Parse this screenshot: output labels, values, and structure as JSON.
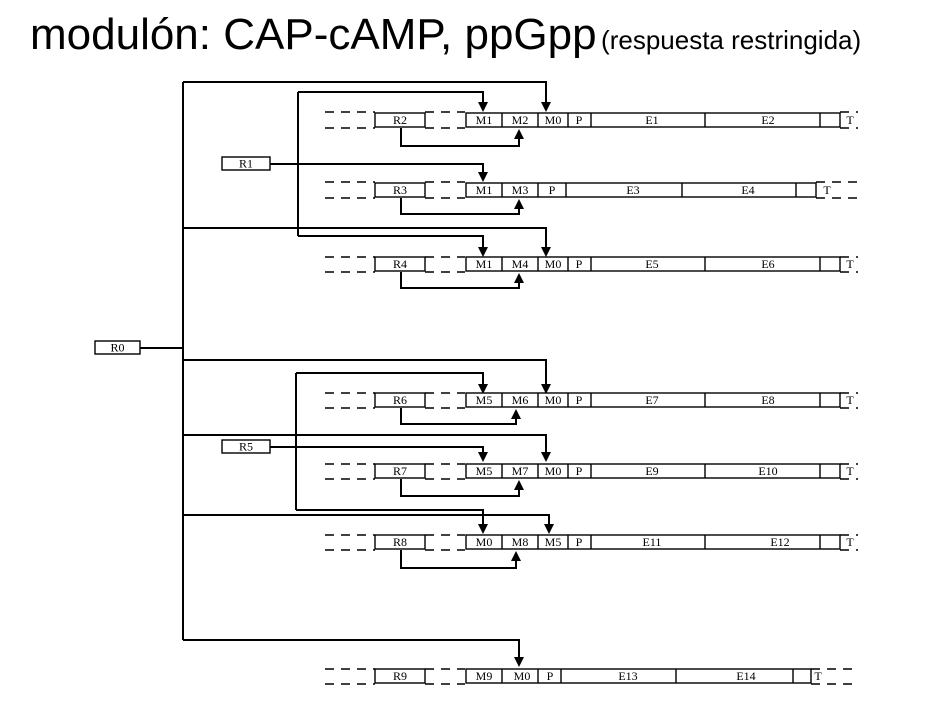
{
  "title": {
    "main": "modulón: CAP-cAMP, ppGpp",
    "sub": "(respuesta restringida)"
  },
  "regulators": [
    {
      "id": "r0",
      "label": "R0"
    },
    {
      "id": "r1",
      "label": "R1"
    },
    {
      "id": "r5",
      "label": "R5"
    }
  ],
  "operons": [
    {
      "id": "op1",
      "reg": "R2",
      "segments": [
        "M1",
        "M2",
        "M0",
        "P",
        "E1",
        "E2"
      ],
      "end": "T"
    },
    {
      "id": "op2",
      "reg": "R3",
      "segments": [
        "M1",
        "M3",
        "P",
        "E3",
        "E4"
      ],
      "end": "T"
    },
    {
      "id": "op3",
      "reg": "R4",
      "segments": [
        "M1",
        "M4",
        "M0",
        "P",
        "E5",
        "E6"
      ],
      "end": "T"
    },
    {
      "id": "op4",
      "reg": "R6",
      "segments": [
        "M5",
        "M6",
        "M0",
        "P",
        "E7",
        "E8"
      ],
      "end": "T"
    },
    {
      "id": "op5",
      "reg": "R7",
      "segments": [
        "M5",
        "M7",
        "M0",
        "P",
        "E9",
        "E10"
      ],
      "end": "T"
    },
    {
      "id": "op6",
      "reg": "R8",
      "segments": [
        "M0",
        "M8",
        "M5",
        "P",
        "E11",
        "E12"
      ],
      "end": "T"
    },
    {
      "id": "op7",
      "reg": "R9",
      "segments": [
        "M9",
        "M0",
        "P",
        "E13",
        "E14"
      ],
      "end": "T"
    }
  ]
}
